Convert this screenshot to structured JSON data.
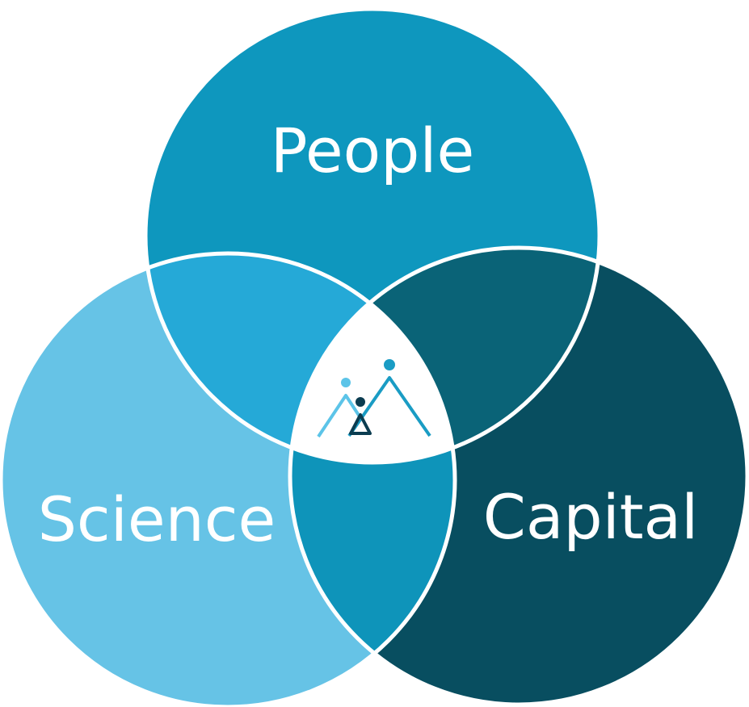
{
  "circles": [
    {
      "label": "People",
      "color": "#0e97be"
    },
    {
      "label": "Science",
      "color": "#66c3e6"
    },
    {
      "label": "Capital",
      "color": "#084e60"
    }
  ],
  "overlaps": {
    "people_science": "#25a9d7",
    "people_capital": "#0a6377",
    "science_capital": "#0e94ba",
    "center": "#ffffff"
  },
  "outline_color": "#ffffff",
  "logo": {
    "name": "stick-figures-mountain-logo",
    "colors": {
      "light": "#5cc4e8",
      "mid": "#1a9cc4",
      "dark": "#0b3c50"
    }
  }
}
